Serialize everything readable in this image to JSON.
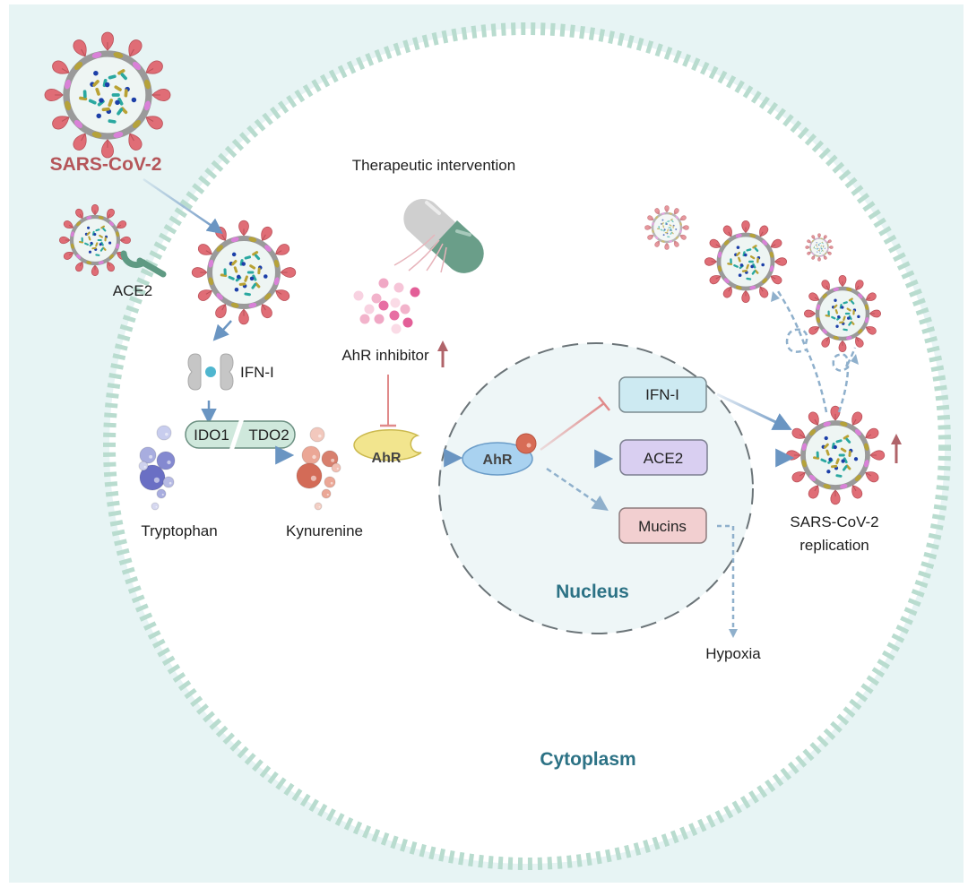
{
  "figure": {
    "virus_label": "SARS-CoV-2",
    "receptor_label": "ACE2",
    "ifn_label": "IFN-I",
    "enzyme_left": "IDO1",
    "enzyme_right": "TDO2",
    "substrate_label": "Tryptophan",
    "product_label": "Kynurenine",
    "therapy_label": "Therapeutic intervention",
    "inhibitor_label": "AhR inhibitor",
    "inhibitor_trend": "up",
    "cytoplasm_ahr_label": "AhR",
    "nuclear_ahr_label": "AhR",
    "nucleus_label": "Nucleus",
    "cytoplasm_label": "Cytoplasm",
    "targets": [
      {
        "label": "IFN-I",
        "effect": "inhibits",
        "color": "#cdeaf2"
      },
      {
        "label": "ACE2",
        "effect": "activates",
        "color": "#d9cff1"
      },
      {
        "label": "Mucins",
        "effect": "activates-indirect",
        "color": "#f2cfd0"
      }
    ],
    "outcome_label_line1": "SARS-CoV-2",
    "outcome_label_line2": "replication",
    "outcome_trend": "up",
    "hypoxia_label": "Hypoxia"
  },
  "colors": {
    "background": "#e7f4f4",
    "membrane": "#b9dccf",
    "nucleus_fill": "#eef6f7",
    "nucleus_border": "#6b7478",
    "arrow_blue": "#6a95c2",
    "inhibit_red": "#e08a8a",
    "up_arrow": "#b0646a",
    "virus_spike": "#e06d76",
    "virus_shell": "#9a9a9a",
    "capsule_green": "#6a9e89"
  }
}
